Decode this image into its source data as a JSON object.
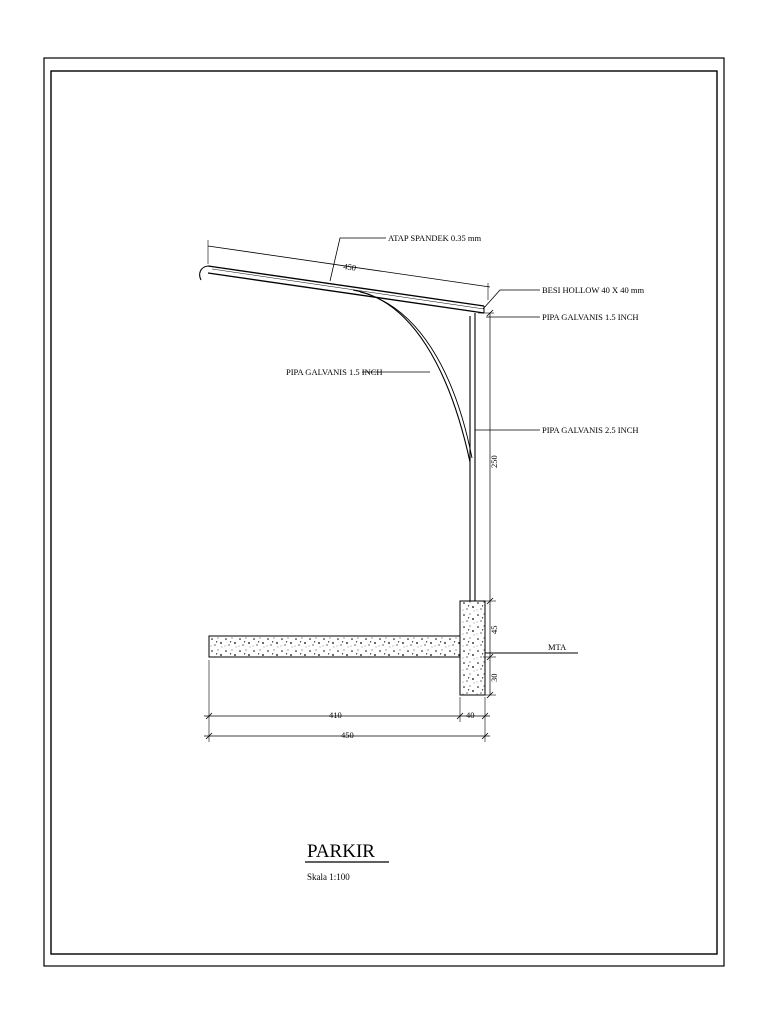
{
  "drawing": {
    "title": "PARKIR",
    "scale": "Skala 1:100",
    "labels": {
      "roof": "ATAP SPANDEK 0.35 mm",
      "hollow": "BESI HOLLOW 40 X 40 mm",
      "pipe_top": "PIPA GALVANIS 1.5 INCH",
      "pipe_arc": "PIPA GALVANIS 1.5 INCH",
      "pipe_column": "PIPA GALVANIS 2.5 INCH",
      "ground": "MTA"
    },
    "dimensions": {
      "roof_length": "450",
      "column_height": "250",
      "footing_upper": "45",
      "footing_lower": "30",
      "slab_width": "410",
      "footing_width": "40",
      "total_width": "450"
    }
  }
}
